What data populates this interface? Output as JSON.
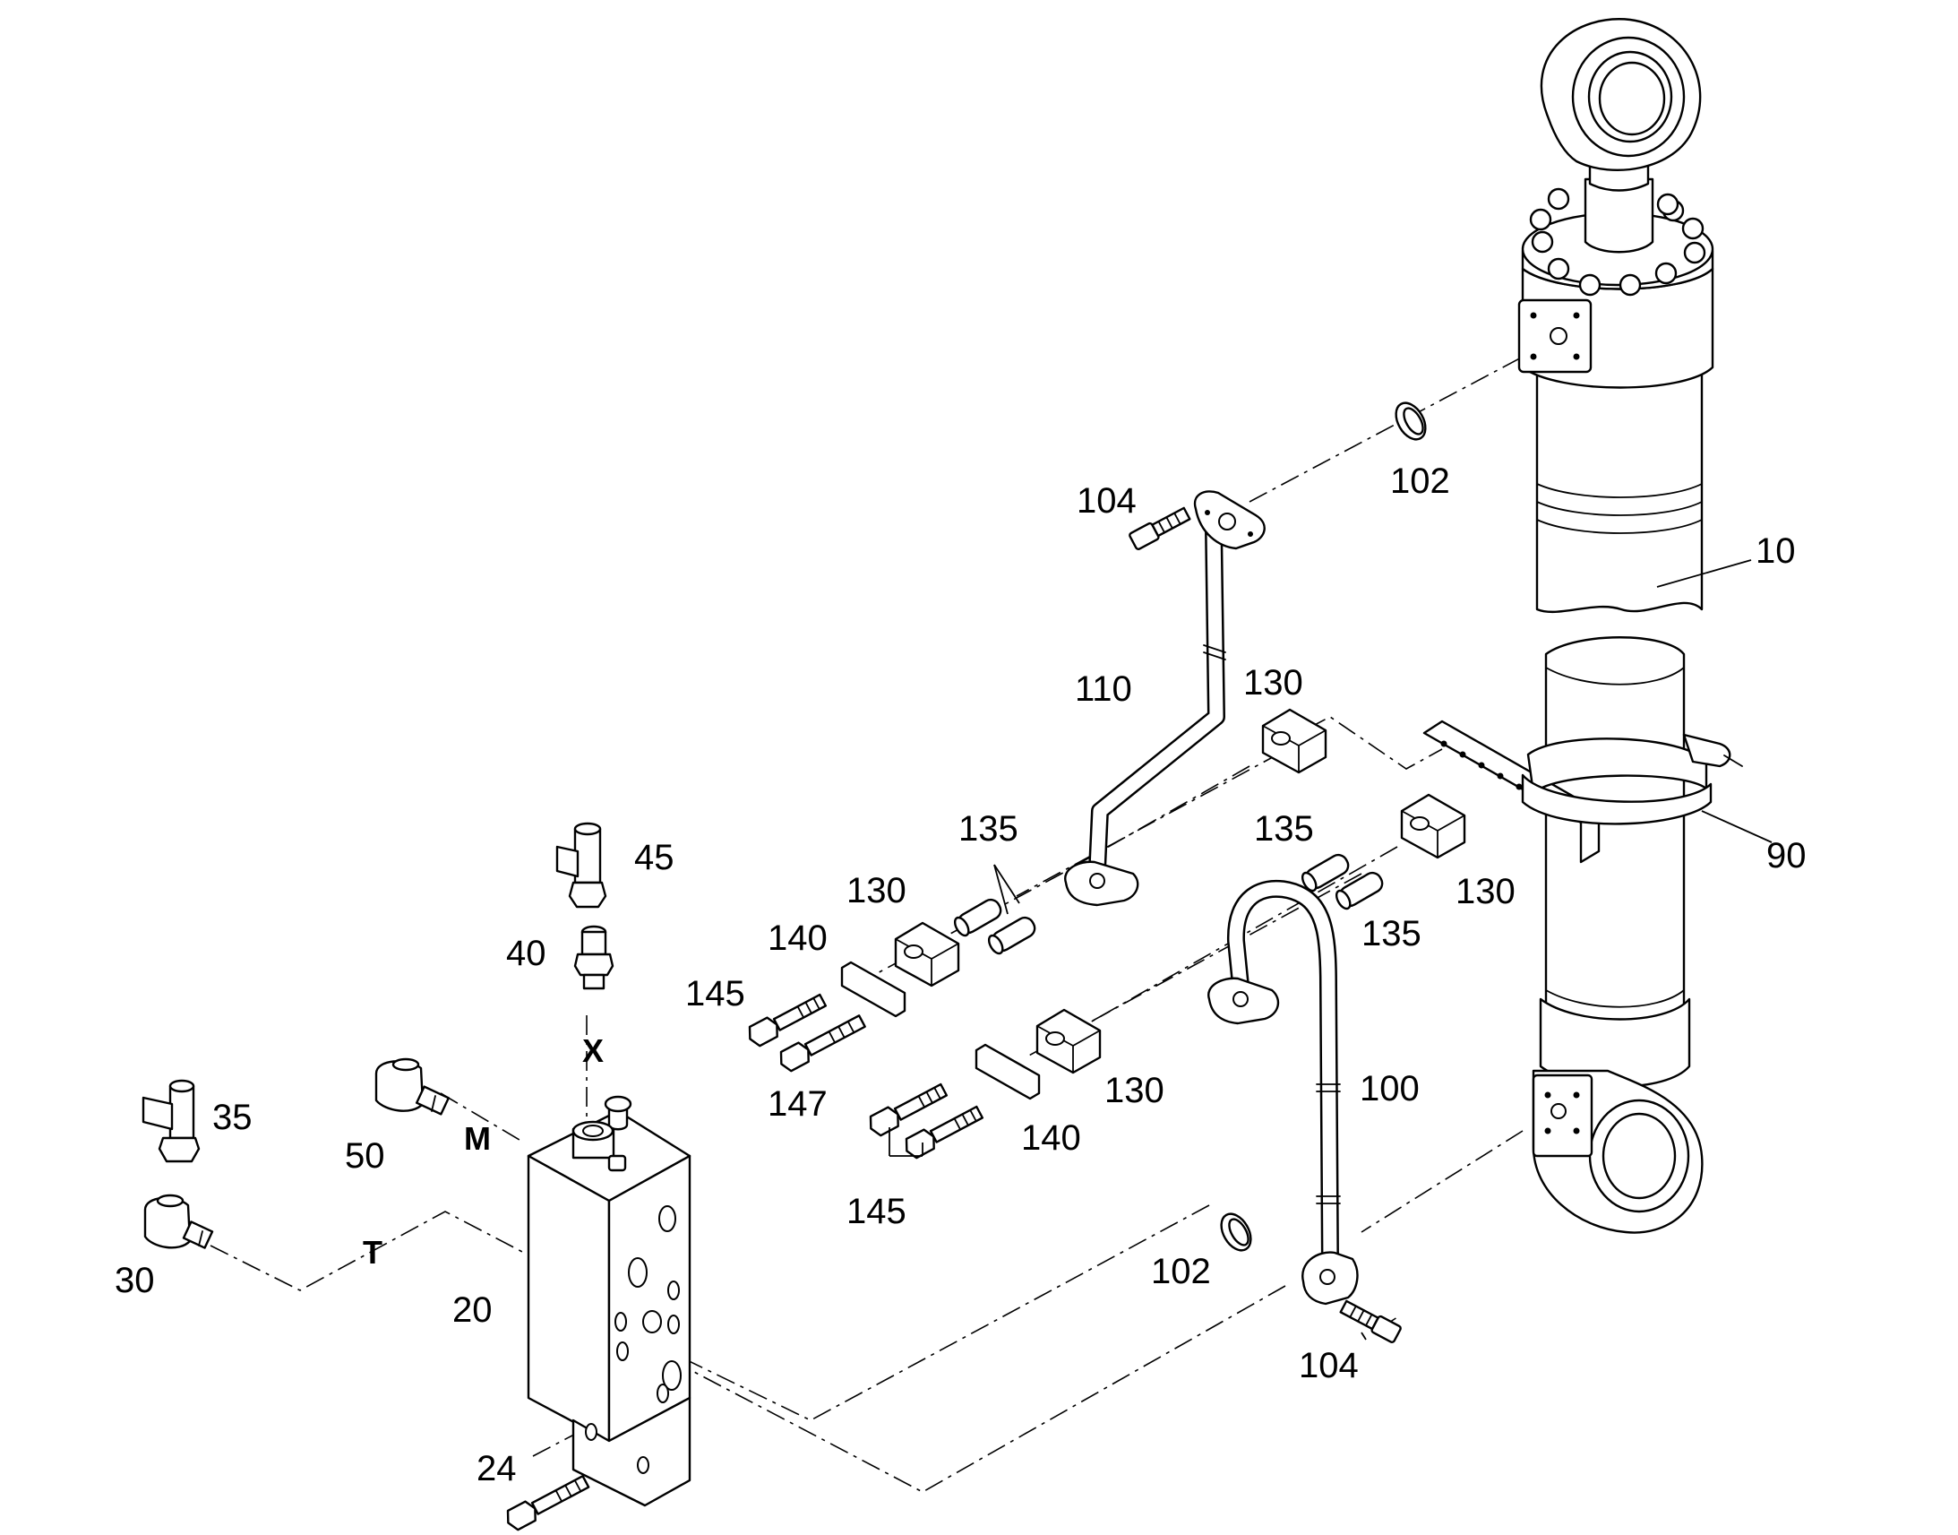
{
  "labels": {
    "p10": "10",
    "p90": "90",
    "p102_top": "102",
    "p104_top": "104",
    "p110": "110",
    "p130_a": "130",
    "p130_b": "130",
    "p130_c": "130",
    "p130_d": "130",
    "p135_a": "135",
    "p135_b": "135",
    "p135_c": "135",
    "p140_a": "140",
    "p140_b": "140",
    "p145_a": "145",
    "p145_b": "145",
    "p147": "147",
    "p100": "100",
    "p102_bottom": "102",
    "p104_bottom": "104",
    "p45": "45",
    "p40": "40",
    "p35": "35",
    "p50": "50",
    "p30": "30",
    "p20": "20",
    "p24": "24"
  },
  "ports": {
    "x": "X",
    "m": "M",
    "t": "T"
  },
  "colors": {
    "line": "#000000",
    "background": "#ffffff"
  }
}
